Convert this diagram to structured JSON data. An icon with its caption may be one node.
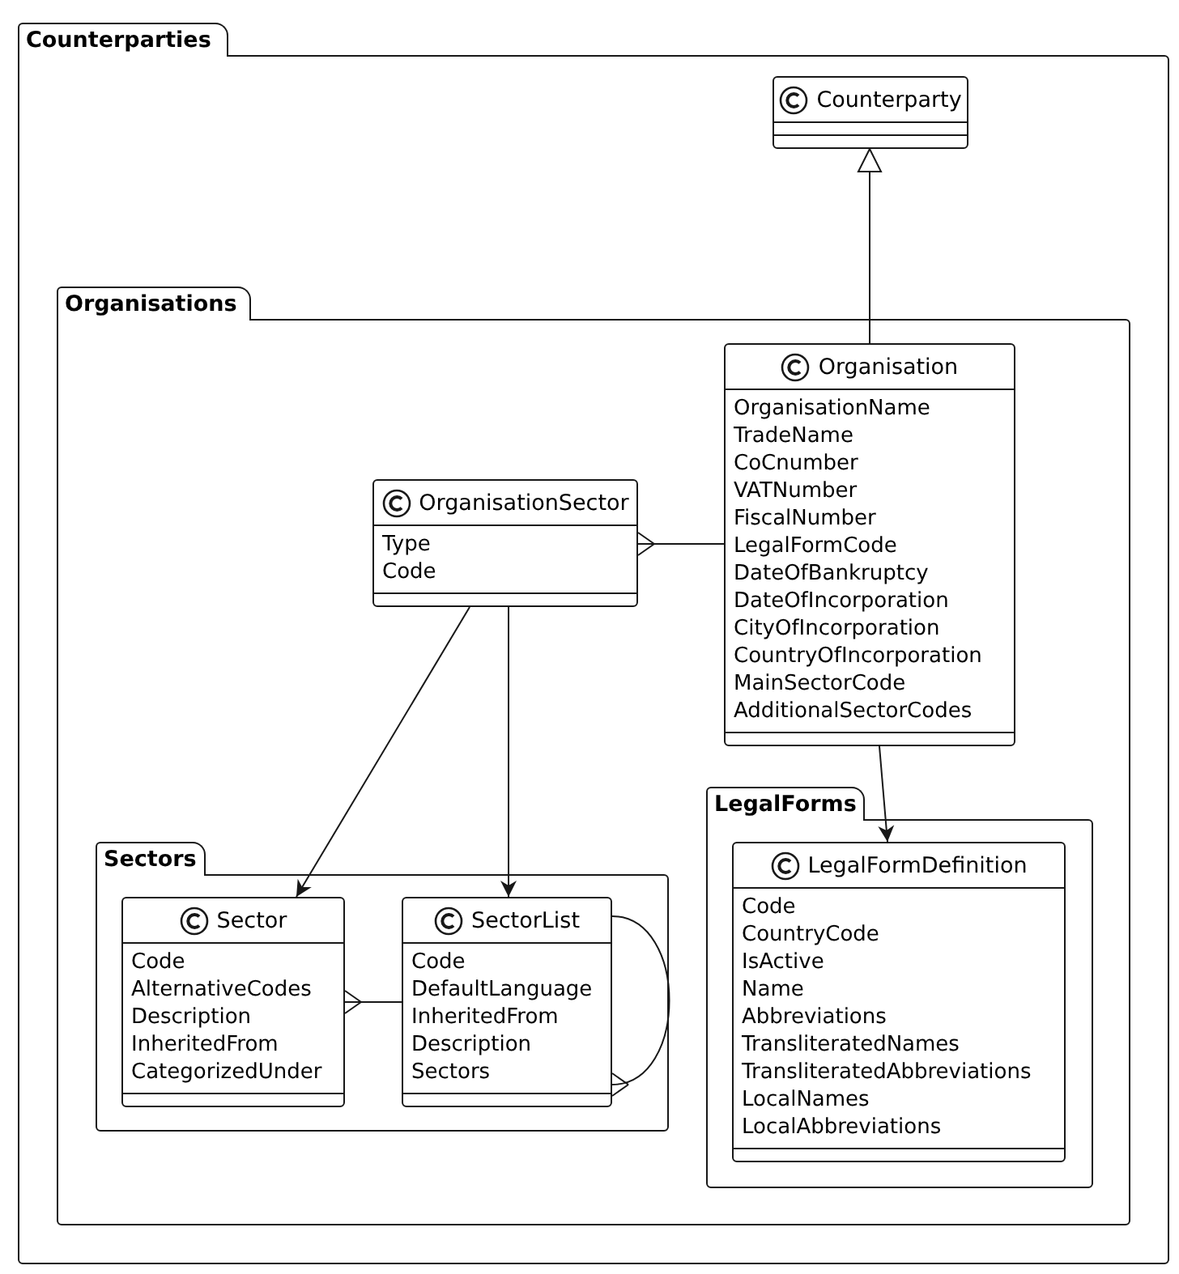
{
  "diagram": {
    "nodes": [
      {
        "text": [
          "Counterparties"
        ]
      },
      {
        "text": [
          "Counterparty"
        ],
        "in": 0
      },
      {
        "text": [
          "Organisations"
        ],
        "in": 0
      },
      {
        "text": [
          "Organisation",
          "OrganisationName",
          "TradeName",
          "CoCnumber",
          "VATNumber",
          "FiscalNumber",
          "LegalFormCode",
          "DateOfBankruptcy",
          "DateOfIncorporation",
          "CityOfIncorporation",
          "CountryOfIncorporation",
          "MainSectorCode",
          "AdditionalSectorCodes"
        ],
        "in": 2
      },
      {
        "text": [
          "OrganisationSector",
          "Type",
          "Code"
        ],
        "in": 2
      },
      {
        "text": [
          "Sectors"
        ],
        "in": 2
      },
      {
        "text": [
          "Sector",
          "Code",
          "AlternativeCodes",
          "Description",
          "InheritedFrom",
          "CategorizedUnder"
        ],
        "in": 5
      },
      {
        "text": [
          "SectorList",
          "Code",
          "DefaultLanguage",
          "InheritedFrom",
          "Description",
          "Sectors"
        ],
        "in": 5
      },
      {
        "text": [
          "LegalForms"
        ],
        "in": 2
      },
      {
        "text": [
          "LegalFormDefinition",
          "Code",
          "CountryCode",
          "IsActive",
          "Name",
          "Abbreviations",
          "TransliteratedNames",
          "TransliteratedAbbreviations",
          "LocalNames",
          "LocalAbbreviations"
        ],
        "in": 8
      }
    ],
    "edges": [
      {
        "from": 3,
        "to": 1,
        "arrow": "to"
      },
      {
        "from": 4,
        "to": 3,
        "arrow": "other"
      },
      {
        "from": 4,
        "to": 6,
        "arrow": "to"
      },
      {
        "from": 4,
        "to": 7,
        "arrow": "to"
      },
      {
        "from": 6,
        "to": 7,
        "arrow": "other"
      },
      {
        "from": 7,
        "to": 7,
        "arrow": "other"
      },
      {
        "from": 3,
        "to": 9,
        "arrow": "to"
      }
    ]
  }
}
